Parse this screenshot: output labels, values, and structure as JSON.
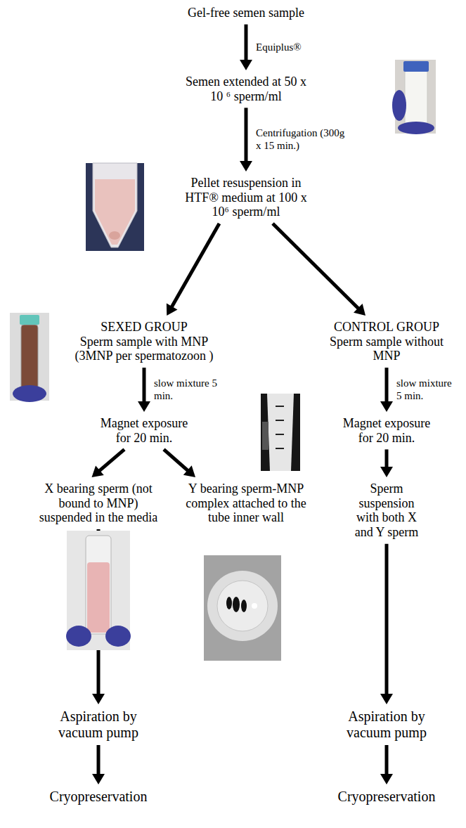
{
  "diagram": {
    "nodes": [
      {
        "text": [
          "Gel-free semen sample"
        ]
      },
      {
        "text": [
          "Semen extended at 50 x 10 ⁶ sperm/ml"
        ]
      },
      {
        "text": [
          "Pellet resuspension in HTF® medium at 100 x 10⁶ sperm/ml"
        ]
      },
      {
        "text": [
          "SEXED GROUP",
          "Sperm sample with MNP (3MNP per spermatozoon )"
        ]
      },
      {
        "text": [
          "CONTROL GROUP",
          "Sperm sample without MNP"
        ]
      },
      {
        "text": [
          "Magnet exposure for 20 min."
        ]
      },
      {
        "text": [
          "Magnet exposure for 20 min."
        ]
      },
      {
        "text": [
          "X bearing sperm (not bound to MNP) suspended in the media"
        ]
      },
      {
        "text": [
          "Y bearing sperm-MNP complex attached to the tube inner wall"
        ]
      },
      {
        "text": [
          "Sperm suspension with both X and Y sperm"
        ]
      },
      {
        "text": [
          "Aspiration by vacuum pump"
        ]
      },
      {
        "text": [
          "Aspiration by vacuum pump"
        ]
      },
      {
        "text": [
          "Cryopreservation"
        ]
      },
      {
        "text": [
          "Cryopreservation"
        ]
      }
    ],
    "edges": [
      {
        "from": 0,
        "to": 1,
        "arrow": "to",
        "label": "Equiplus®"
      },
      {
        "from": 1,
        "to": 2,
        "arrow": "to",
        "label": "Centrifugation (300g x 15 min.)"
      },
      {
        "from": 2,
        "to": 3,
        "arrow": "to"
      },
      {
        "from": 2,
        "to": 4,
        "arrow": "to"
      },
      {
        "from": 3,
        "to": 5,
        "arrow": "to",
        "label": "slow mixture 5 min."
      },
      {
        "from": 4,
        "to": 6,
        "arrow": "to",
        "label": "slow mixture 5 min."
      },
      {
        "from": 5,
        "to": 7,
        "arrow": "to"
      },
      {
        "from": 5,
        "to": 8,
        "arrow": "to"
      },
      {
        "from": 6,
        "to": 9,
        "arrow": "to"
      },
      {
        "from": 7,
        "to": 10,
        "arrow": "to"
      },
      {
        "from": 9,
        "to": 11,
        "arrow": "to"
      },
      {
        "from": 10,
        "to": 12,
        "arrow": "to"
      },
      {
        "from": 11,
        "to": 13,
        "arrow": "to"
      }
    ]
  }
}
